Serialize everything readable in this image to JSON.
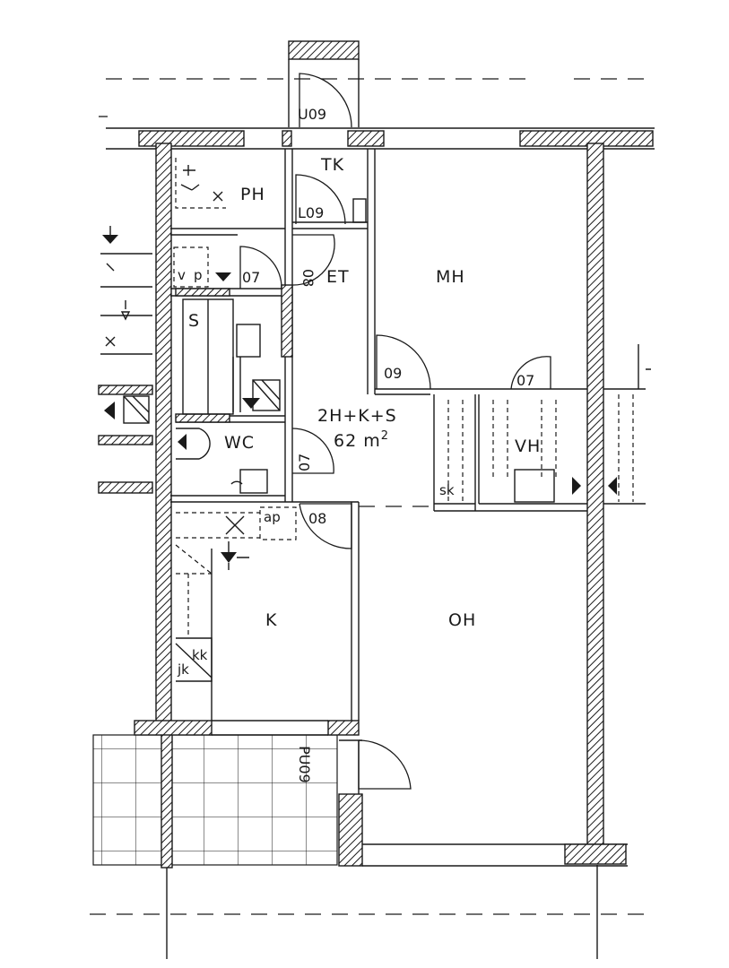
{
  "plan": {
    "area_label": "2H+K+S",
    "area_value": "62 m",
    "area_sup": "2",
    "rooms": {
      "ph": "PH",
      "tk": "TK",
      "et": "ET",
      "mh": "MH",
      "s": "S",
      "wc": "WC",
      "vh": "VH",
      "k": "K",
      "oh": "OH"
    },
    "fixtures": {
      "vp_v": "v",
      "vp_p": "p",
      "sk": "sk",
      "ap": "ap",
      "jk": "jk",
      "kk": "kk"
    },
    "doors": {
      "u09": "U09",
      "l09": "L09",
      "d07_ph": "07",
      "d08_et": "08",
      "d09_mh": "09",
      "d07_vh": "07",
      "d07_wc": "07",
      "d08_k": "08",
      "pu09": "PU09"
    }
  }
}
